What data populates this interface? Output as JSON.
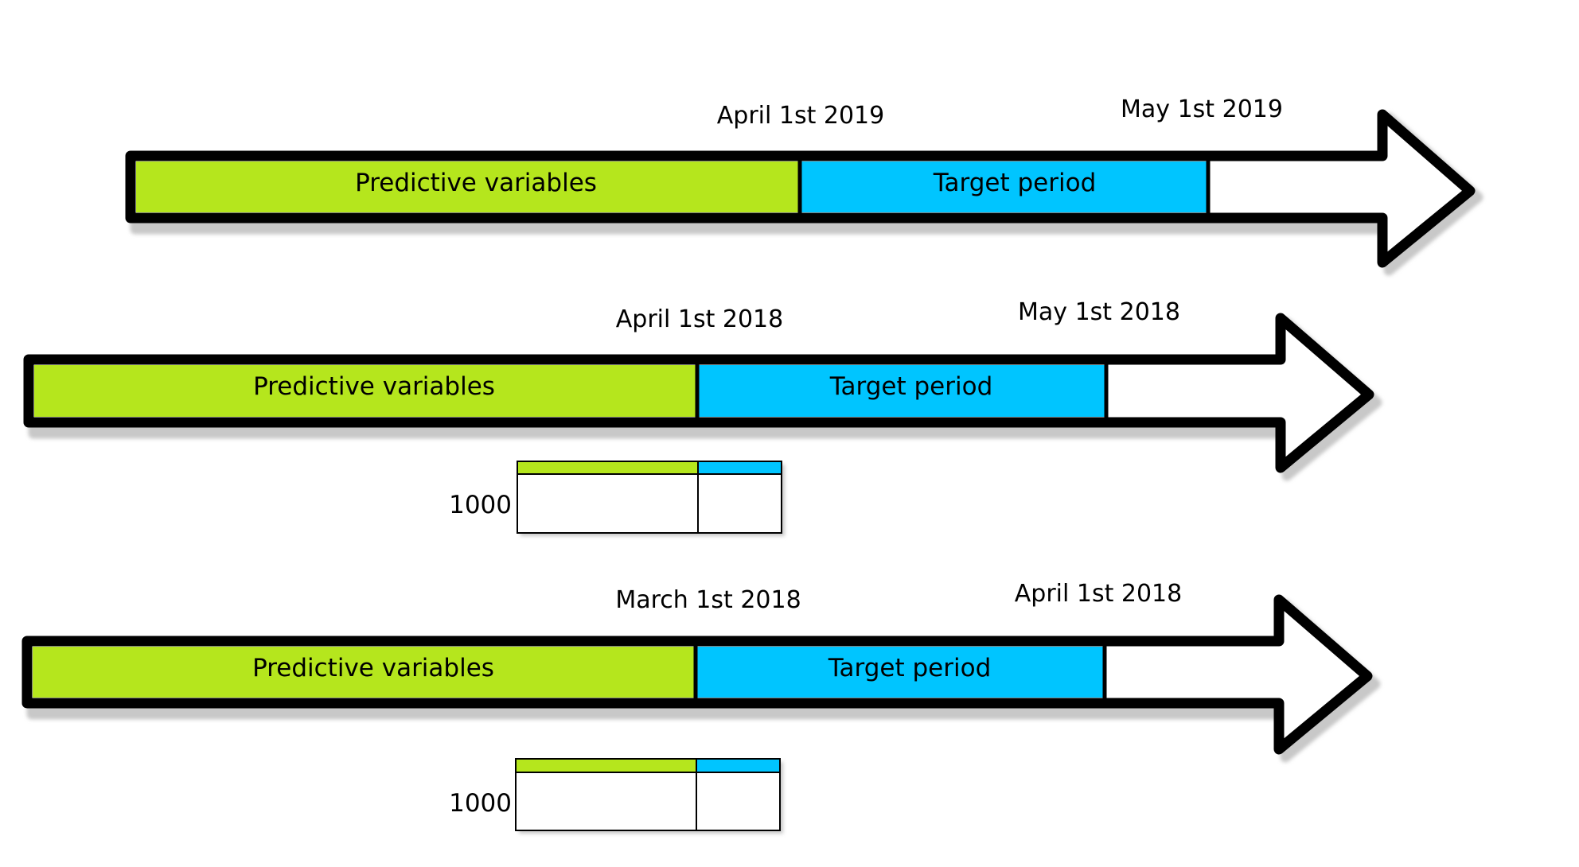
{
  "colors": {
    "predictive": "#B5E61D",
    "target": "#00C5FF",
    "outline": "#000000",
    "shadow": "#C8C8C8",
    "background": "#FFFFFF"
  },
  "timelines": [
    {
      "start_date": "April 1st 2019",
      "end_date": "May 1st 2019",
      "predictive_label": "Predictive variables",
      "target_label": "Target period"
    },
    {
      "start_date": "April 1st 2018",
      "end_date": "May 1st 2018",
      "predictive_label": "Predictive variables",
      "target_label": "Target period",
      "table": {
        "count": "1000"
      }
    },
    {
      "start_date": "March 1st 2018",
      "end_date": "April 1st 2018",
      "predictive_label": "Predictive variables",
      "target_label": "Target period",
      "table": {
        "count": "1000"
      }
    }
  ]
}
